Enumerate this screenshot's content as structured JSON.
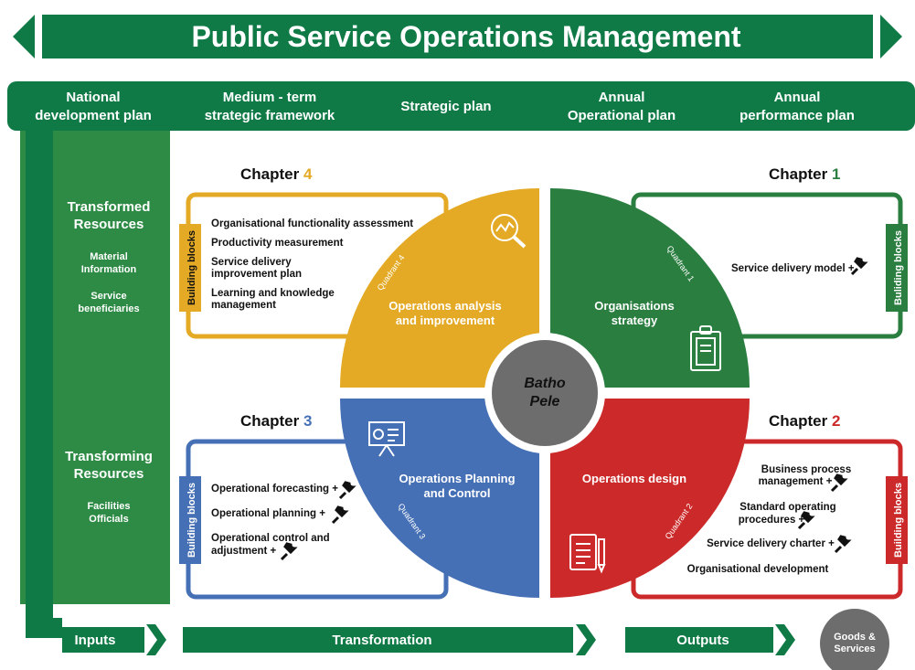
{
  "title": "Public Service Operations Management",
  "colors": {
    "dark_green": "#0f7a46",
    "mid_green": "#2e8b45",
    "quadrant_green": "#2a7e40",
    "yellow": "#e4aa25",
    "blue": "#4670b5",
    "red": "#cc2a2a",
    "gray": "#6d6d6d",
    "box_border_yellow": "#e4aa25",
    "box_border_green": "#2a7e40",
    "box_border_blue": "#4670b5",
    "box_border_red": "#cc2a2a"
  },
  "planning_bar": [
    {
      "line1": "National",
      "line2": "development plan"
    },
    {
      "line1": "Medium - term",
      "line2": "strategic framework"
    },
    {
      "line1": "Strategic plan",
      "line2": ""
    },
    {
      "line1": "Annual",
      "line2": "Operational plan"
    },
    {
      "line1": "Annual",
      "line2": "performance plan"
    }
  ],
  "side_panel": {
    "transformed": {
      "line1": "Transformed",
      "line2": "Resources",
      "items": [
        "Material",
        "Information",
        "Service",
        "beneficiaries"
      ]
    },
    "transforming": {
      "line1": "Transforming",
      "line2": "Resources",
      "items": [
        "Facilities",
        "Officials"
      ]
    }
  },
  "center": {
    "line1": "Batho",
    "line2": "Pele"
  },
  "chapters": {
    "c4": {
      "word": "Chapter",
      "num": "4"
    },
    "c1": {
      "word": "Chapter",
      "num": "1"
    },
    "c3": {
      "word": "Chapter",
      "num": "3"
    },
    "c2": {
      "word": "Chapter",
      "num": "2"
    }
  },
  "quadrants": {
    "q4": {
      "label": "Quadrant 4",
      "title1": "Operations analysis",
      "title2": "and improvement"
    },
    "q1": {
      "label": "Quadrant 1",
      "title1": "Organisations",
      "title2": "strategy"
    },
    "q3": {
      "label": "Quadrant 3",
      "title1": "Operations Planning",
      "title2": "and Control"
    },
    "q2": {
      "label": "Quadrant 2",
      "title1": "Operations design",
      "title2": ""
    }
  },
  "building_blocks_label": "Building blocks",
  "building_blocks_label_alt": "Buliding blocks",
  "boxes": {
    "b4": [
      "Organisational functionality assessment",
      "Productivity measurement",
      "Service delivery",
      "improvement plan",
      "Learning and knowledge",
      "management"
    ],
    "b1": [
      "Service delivery model +"
    ],
    "b3": [
      "Operational forecasting +",
      "Operational planning +",
      "Operational control and",
      "adjustment +"
    ],
    "b2": [
      "Business process",
      "management +",
      "Standard operating",
      "procedures +",
      "Service delivery charter +",
      "Organisational development"
    ]
  },
  "flow": {
    "inputs": "Inputs",
    "transformation": "Transformation",
    "outputs": "Outputs",
    "result1": "Goods &",
    "result2": "Services"
  }
}
